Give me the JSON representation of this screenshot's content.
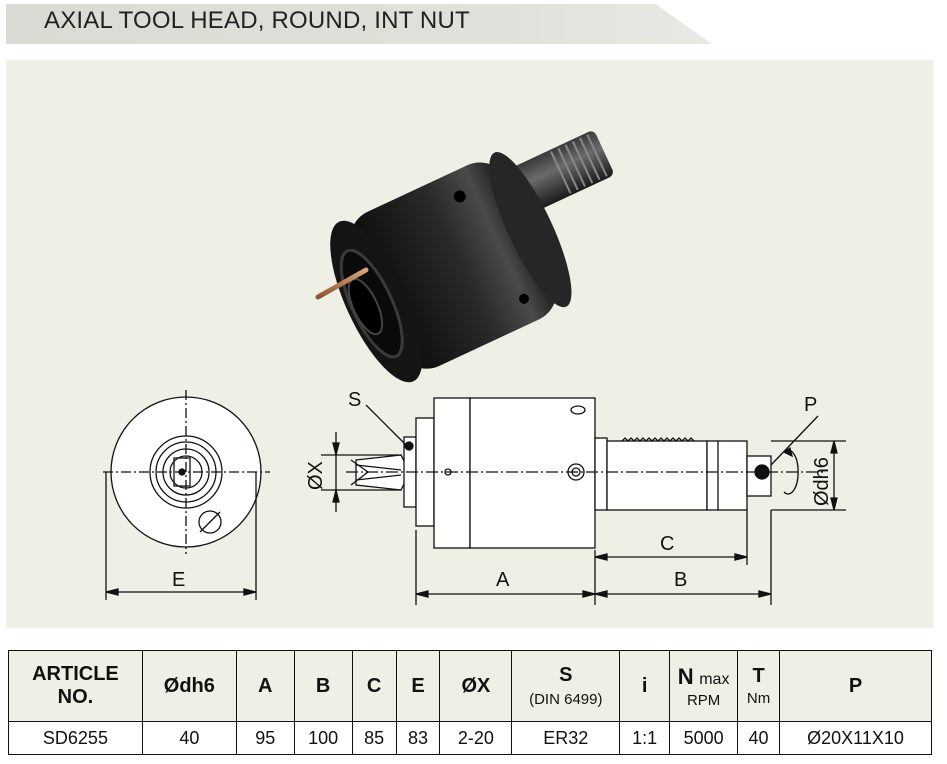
{
  "title": "AXIAL TOOL HEAD, ROUND, INT NUT",
  "drawing_labels": {
    "S": "S",
    "P": "P",
    "X": "ØX",
    "dh6": "Ødh6",
    "E": "E",
    "A": "A",
    "B": "B",
    "C": "C"
  },
  "table": {
    "headers": {
      "article": "ARTICLE",
      "article_line2": "NO.",
      "dh6": "Ødh6",
      "A": "A",
      "B": "B",
      "C": "C",
      "E": "E",
      "X": "ØX",
      "S": "S",
      "S_sub": "(DIN 6499)",
      "i": "i",
      "N": "N",
      "N_max": "max",
      "N_unit": "RPM",
      "T": "T",
      "T_unit": "Nm",
      "P": "P"
    },
    "rows": [
      {
        "article": "SD6255",
        "dh6": "40",
        "A": "95",
        "B": "100",
        "C": "85",
        "E": "83",
        "X": "2-20",
        "S": "ER32",
        "i": "1:1",
        "N": "5000",
        "T": "40",
        "P": "Ø20X11X10"
      }
    ]
  }
}
